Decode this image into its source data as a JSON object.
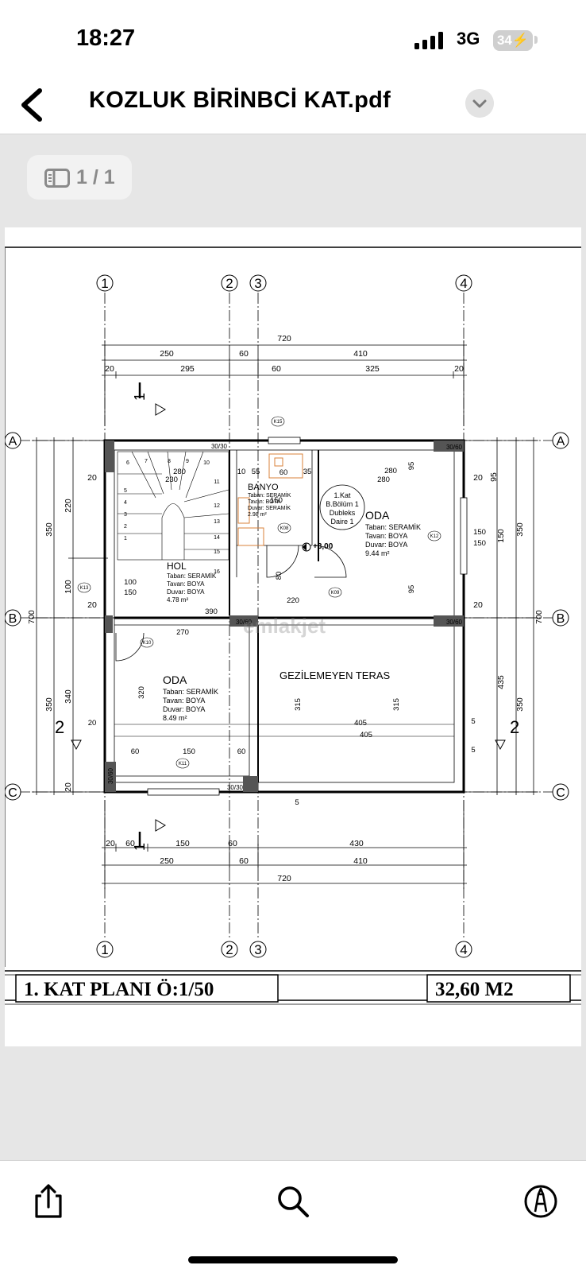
{
  "status": {
    "time": "18:27",
    "network": "3G",
    "battery": "34"
  },
  "nav": {
    "title": "KOZLUK BİRİNBCİ KAT.pdf"
  },
  "pager": {
    "label": "1 / 1"
  },
  "plan": {
    "grid_top": [
      "1",
      "2",
      "3",
      "4"
    ],
    "grid_bottom": [
      "1",
      "2",
      "3",
      "4"
    ],
    "grid_left": [
      "A",
      "B",
      "C"
    ],
    "grid_right": [
      "A",
      "B",
      "C"
    ],
    "section_marks": [
      "1",
      "1",
      "2",
      "2"
    ],
    "dims_top": {
      "total": "720",
      "mid": [
        "250",
        "60",
        "410"
      ],
      "inner": [
        "20",
        "295",
        "60",
        "325",
        "20"
      ]
    },
    "dims_bottom": {
      "inner": [
        "20",
        "60",
        "150",
        "60",
        "430"
      ],
      "mid": [
        "250",
        "60",
        "410"
      ],
      "total": "720"
    },
    "dims_left": {
      "outer": "700",
      "mid": [
        "350",
        "350"
      ],
      "inner": [
        "220",
        "100",
        "340",
        "20"
      ],
      "small": [
        "20",
        "20"
      ]
    },
    "dims_right": {
      "outer": "700",
      "mid": [
        "350",
        "350"
      ],
      "inner": [
        "150",
        "435"
      ],
      "small": [
        "20",
        "95",
        "20"
      ]
    },
    "elev": "+3,00",
    "unit_label": [
      "1.Kat",
      "B.Bölüm 1",
      "Dubleks",
      "Daire 1"
    ],
    "rooms": [
      {
        "name": "HOL",
        "floor": "Taban: SERAMİK",
        "ceiling": "Tavan: BOYA",
        "wall": "Duvar: BOYA",
        "area": "4.78 m²"
      },
      {
        "name": "BANYO",
        "floor": "Taban: SERAMİK",
        "ceiling": "Tavan: BOYA",
        "wall": "Duvar: SERAMİK",
        "area": "2.98 m²"
      },
      {
        "name": "ODA",
        "floor": "Taban: SERAMİK",
        "ceiling": "Tavan: BOYA",
        "wall": "Duvar: BOYA",
        "area": "9.44 m²"
      },
      {
        "name": "ODA",
        "floor": "Taban: SERAMİK",
        "ceiling": "Tavan: BOYA",
        "wall": "Duvar: BOYA",
        "area": "8.49 m²"
      }
    ],
    "terrace": "GEZİLEMEYEN TERAS",
    "interior_dims": [
      "280",
      "230",
      "55",
      "60",
      "35",
      "280",
      "280",
      "150",
      "10",
      "390",
      "270",
      "220",
      "80",
      "100",
      "150",
      "405",
      "405",
      "315",
      "315",
      "320",
      "95",
      "95",
      "150",
      "150",
      "60",
      "150",
      "60",
      "20",
      "5",
      "5",
      "5",
      "30/30",
      "30/60",
      "30/60",
      "30/60",
      "30/60",
      "30/30"
    ],
    "windows": [
      "K13",
      "K15",
      "K12",
      "K11",
      "K10",
      "K08",
      "K09"
    ],
    "stair_steps": [
      "1",
      "2",
      "3",
      "4",
      "5",
      "6",
      "7",
      "8",
      "9",
      "10",
      "11",
      "12",
      "13",
      "14",
      "15",
      "16"
    ],
    "watermark": "emlakjet",
    "plan_title": "1. KAT PLANI Ö:1/50",
    "plan_area": "32,60 M2"
  },
  "toolbar": {
    "share": "share-icon",
    "search": "search-icon",
    "markup": "markup-icon"
  },
  "colors": {
    "accent": "#000000",
    "bg": "#e6e6e6",
    "bath_fixture": "#d9813a"
  }
}
